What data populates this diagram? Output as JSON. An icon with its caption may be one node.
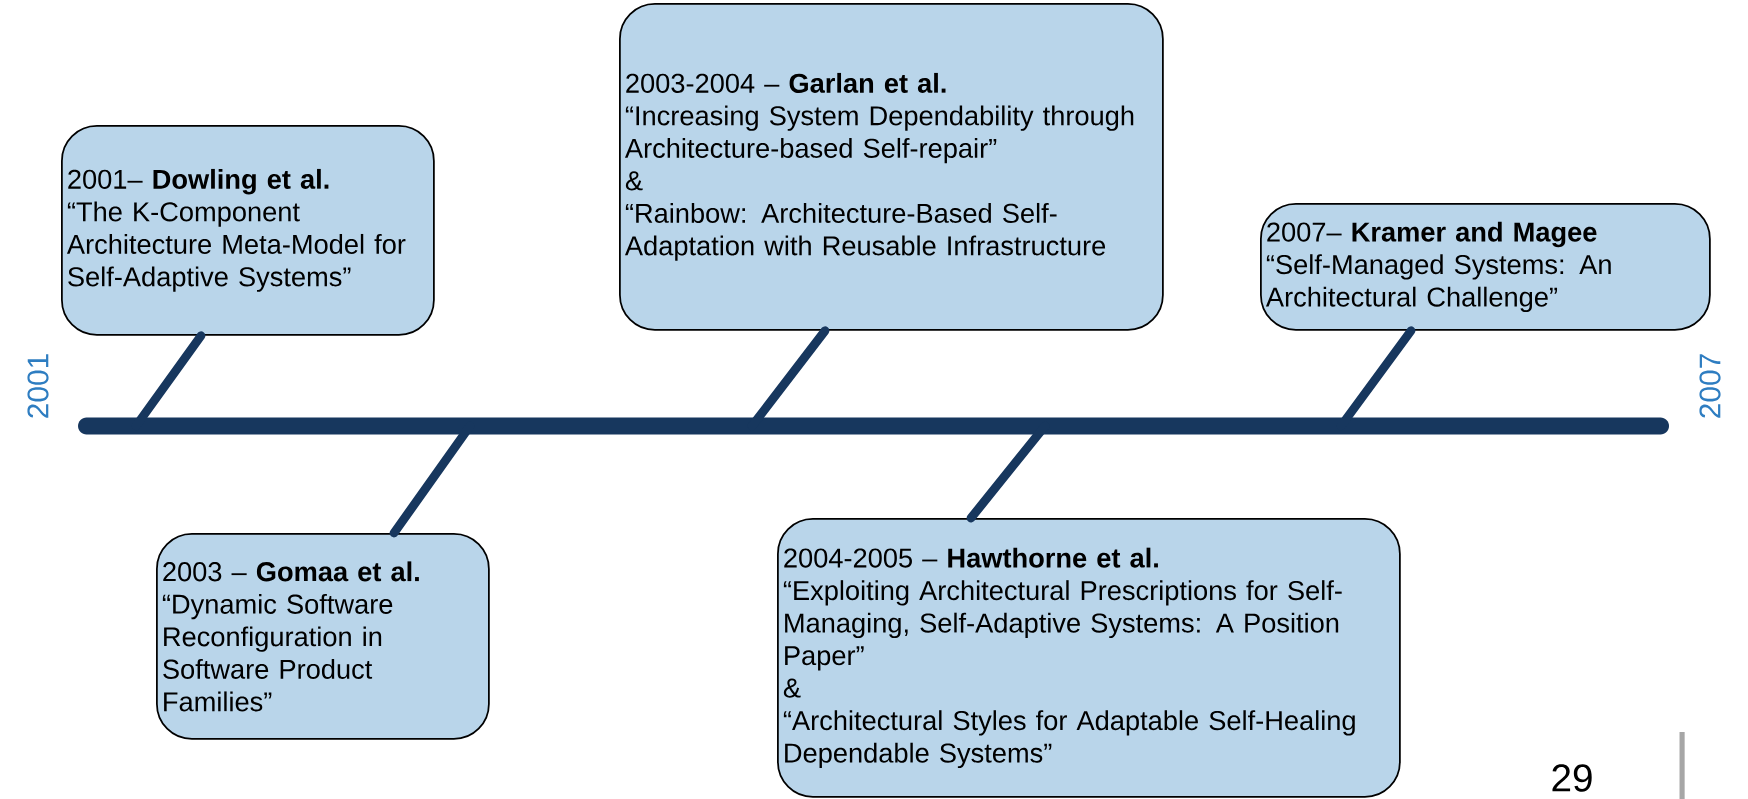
{
  "diagram": {
    "nodes": [
      {
        "text": [
          "2001– **Dowling et al.**",
          "“The K-Component Architecture Meta-Model for Self-Adaptive Systems”"
        ]
      },
      {
        "text": [
          "2003-2004 – **Garlan et al.**",
          "“Increasing System Dependability through Architecture-based Self-repair”",
          "&",
          "“Rainbow: Architecture-Based Self-Adaptation with Reusable Infrastructure"
        ]
      },
      {
        "text": [
          "2007– **Kramer and Magee**",
          "“Self-Managed Systems: An Architectural Challenge”"
        ]
      },
      {
        "text": [
          "2003 – **Gomaa et al.**",
          "“Dynamic Software Reconfiguration in Software Product Families”"
        ]
      },
      {
        "text": [
          "2004-2005 – **Hawthorne et al.**",
          "“Exploiting Architectural Prescriptions for Self-Managing, Self-Adaptive Systems: A Position Paper”",
          "&",
          "“Architectural Styles for Adaptable Self-Healing Dependable Systems”"
        ]
      },
      {
        "text": [],
        "shape": "bar"
      }
    ],
    "edges": [
      {
        "from": 0,
        "to": 5,
        "arrow": "none"
      },
      {
        "from": 3,
        "to": 5,
        "arrow": "none"
      },
      {
        "from": 1,
        "to": 5,
        "arrow": "none"
      },
      {
        "from": 4,
        "to": 5,
        "arrow": "none"
      },
      {
        "from": 2,
        "to": 5,
        "arrow": "none"
      }
    ],
    "labels": [
      "2001",
      "2007",
      "29"
    ]
  }
}
